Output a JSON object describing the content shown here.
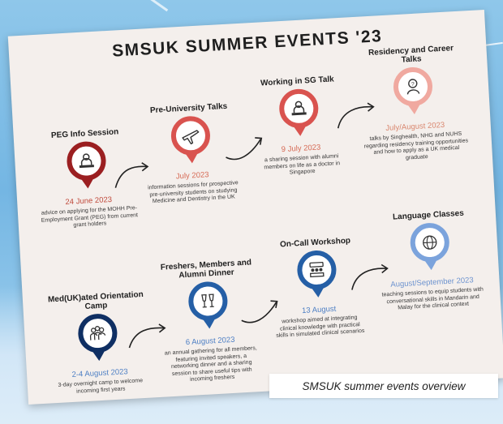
{
  "title": "SMSUK SUMMER EVENTS '23",
  "caption": "SMSUK summer events overview",
  "events": [
    {
      "title": "PEG Info Session",
      "date": "24 June 2023",
      "description": "advice on applying for the MOHH Pre-Employment Grant (PEG) from current grant holders",
      "icon": "desk-person-icon",
      "color": "#9b1f21"
    },
    {
      "title": "Pre-University Talks",
      "date": "July 2023",
      "description": "information sessions for prospective pre-university students on studying Medicine and Dentistry in the UK",
      "icon": "airplane-icon",
      "color": "#d9534f"
    },
    {
      "title": "Working in SG Talk",
      "date": "9 July 2023",
      "description": "a sharing session with alumni members on life as a doctor in Singapore",
      "icon": "desk-person-icon",
      "color": "#d9534f"
    },
    {
      "title": "Residency and Career Talks",
      "date": "July/August 2023",
      "description": "talks by Singhealth, NHG and NUHS regarding residency training opportunities and how to apply as a UK medical graduate",
      "icon": "question-person-icon",
      "color": "#f0a9a0"
    },
    {
      "title": "Med(UK)ated Orientation Camp",
      "date": "2-4 August 2023",
      "description": "3-day overnight camp to welcome incoming first years",
      "icon": "group-icon",
      "color": "#0f2f63"
    },
    {
      "title": "Freshers, Members and Alumni Dinner",
      "date": "6 August 2023",
      "description": "an annual gathering for all members, featuring invited speakers, a networking dinner and a sharing session to share useful tips with incoming freshers",
      "icon": "toast-glasses-icon",
      "color": "#255fa6"
    },
    {
      "title": "On-Call Workshop",
      "date": "13 August",
      "description": "workshop aimed at integrating clinical knowledge with practical skills in simulated clinical scenarios",
      "icon": "meeting-icon",
      "color": "#255fa6"
    },
    {
      "title": "Language Classes",
      "date": "August/September 2023",
      "description": "teaching sessions to equip students with conversational skills in Mandarin and Malay for the clinical context",
      "icon": "globe-speech-icon",
      "color": "#7ba3dc"
    }
  ]
}
